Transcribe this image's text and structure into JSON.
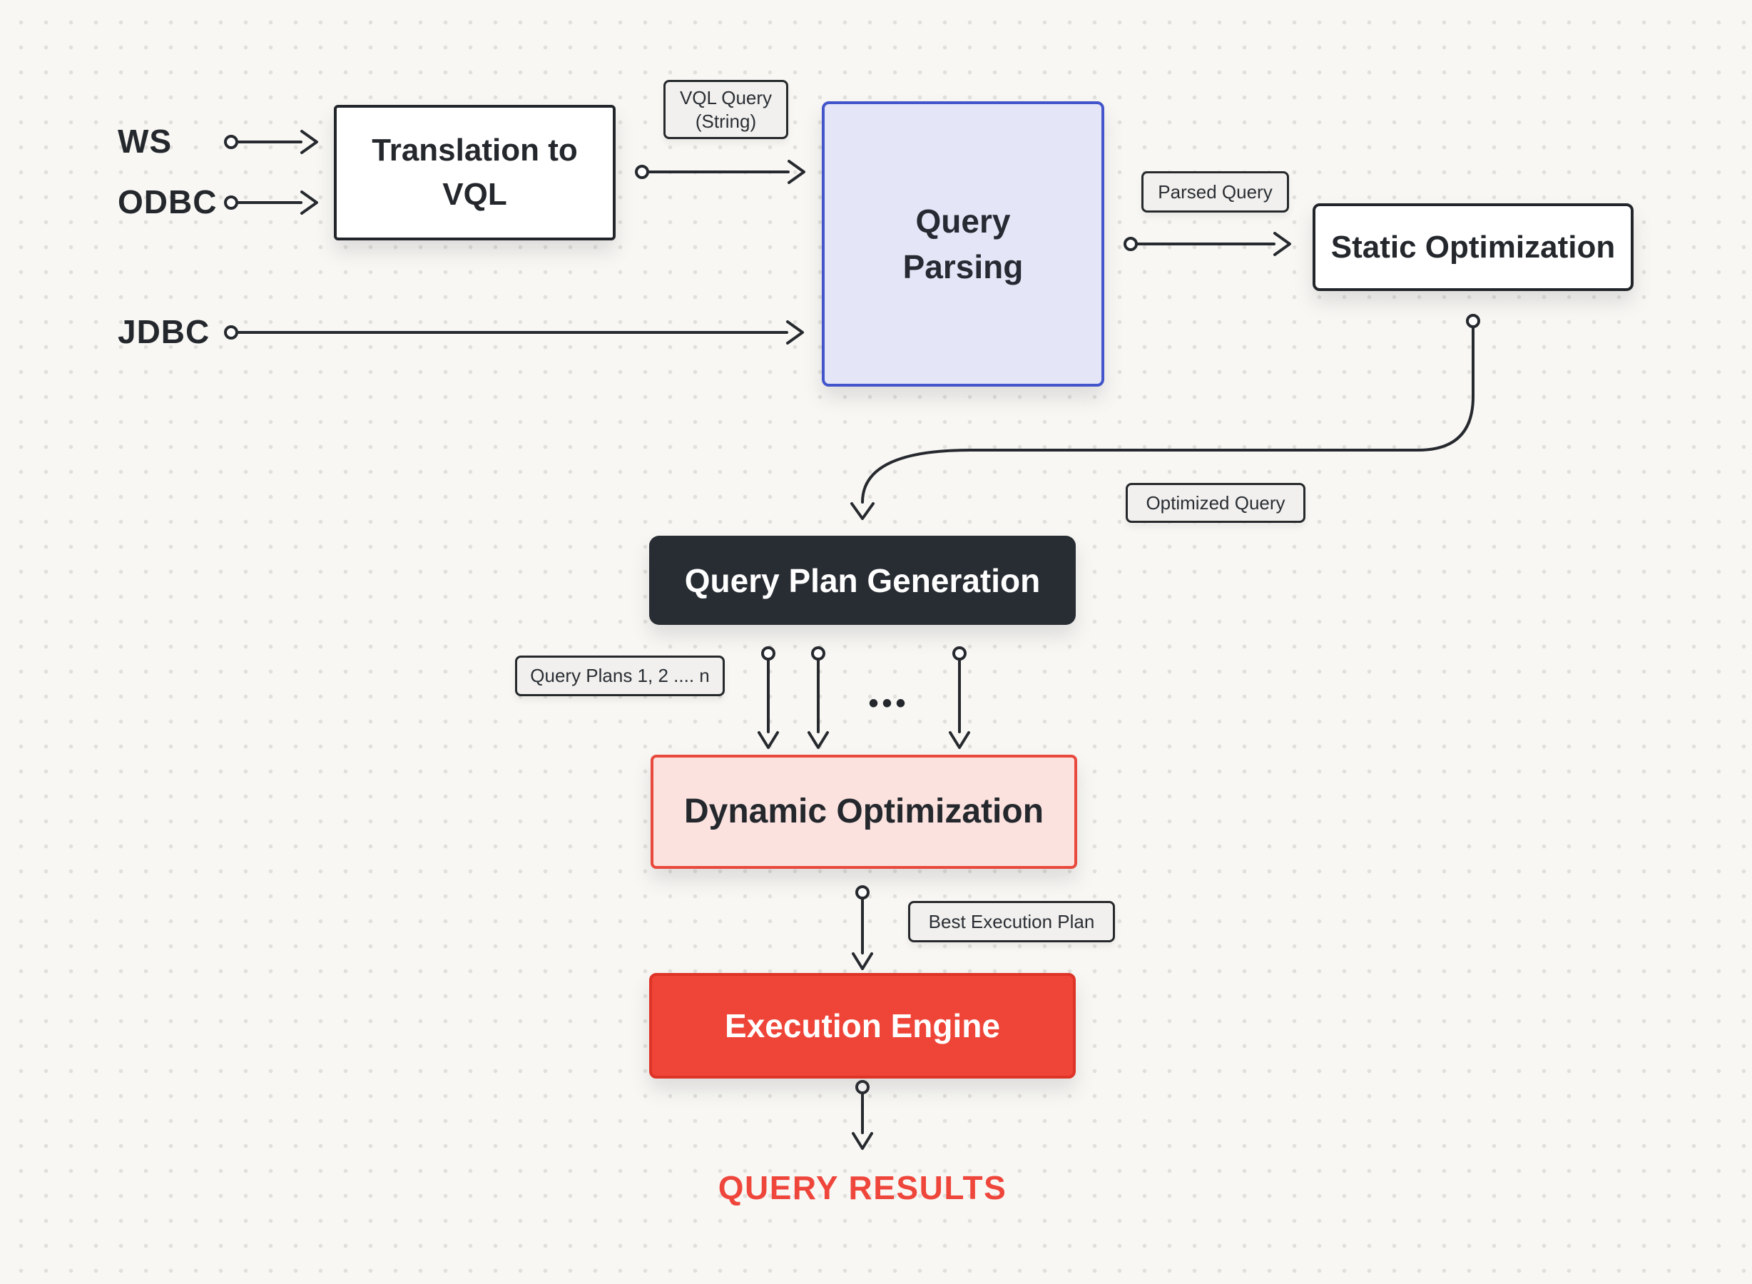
{
  "diagram": {
    "inputs": [
      {
        "label": "WS"
      },
      {
        "label": "ODBC"
      },
      {
        "label": "JDBC"
      }
    ],
    "nodes": {
      "translation": {
        "line1": "Translation to",
        "line2": "VQL"
      },
      "query_parsing": {
        "line1": "Query",
        "line2": "Parsing"
      },
      "static_optimization": {
        "label": "Static Optimization"
      },
      "query_plan_generation": {
        "label": "Query Plan Generation"
      },
      "dynamic_optimization": {
        "label": "Dynamic Optimization"
      },
      "execution_engine": {
        "label": "Execution Engine"
      }
    },
    "edge_labels": {
      "vql_query": {
        "line1": "VQL Query",
        "line2": "(String)"
      },
      "parsed_query": "Parsed Query",
      "optimized_query": "Optimized Query",
      "query_plans": "Query Plans 1, 2 .... n",
      "best_execution_plan": "Best Execution Plan"
    },
    "ellipsis": "•••",
    "result_label": "QUERY RESULTS",
    "colors": {
      "background": "#F8F7F4",
      "grid_dot": "#E2E0DC",
      "ink": "#24282D",
      "wire": "#26292E",
      "parsing_fill": "#E4E6F7",
      "parsing_border": "#4355CB",
      "dark_fill": "#282C33",
      "pink_fill": "#FBE2DF",
      "pink_border": "#E8493C",
      "red_fill": "#EF4438",
      "red_border": "#DE3427",
      "label_fill": "#F1F0EE",
      "result_red": "#EF463C"
    }
  }
}
